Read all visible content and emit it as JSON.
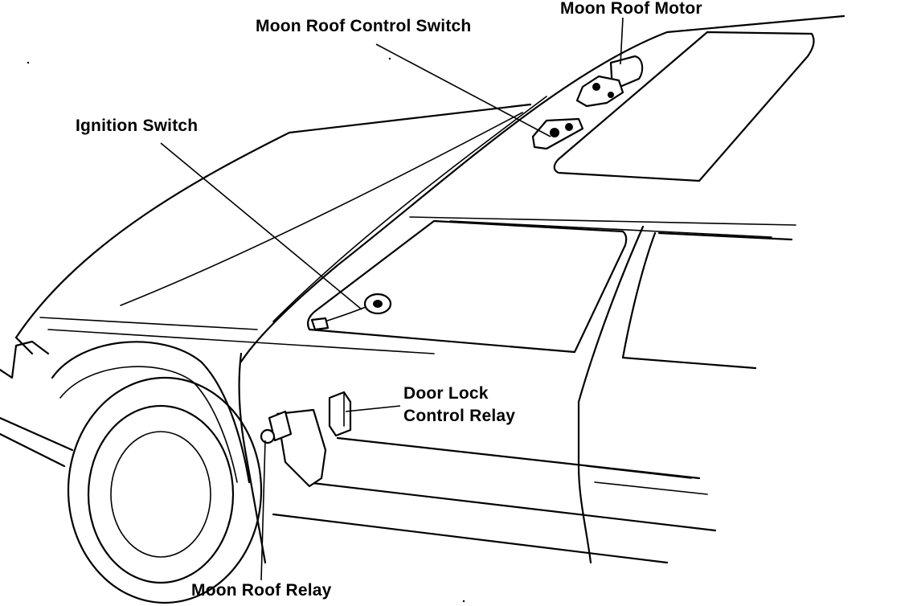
{
  "labels": {
    "moon_roof_motor": "Moon Roof Motor",
    "moon_roof_control_switch": "Moon Roof Control Switch",
    "ignition_switch": "Ignition Switch",
    "door_lock_control_relay_line1": "Door Lock",
    "door_lock_control_relay_line2": "Control Relay",
    "moon_roof_relay": "Moon Roof Relay"
  }
}
